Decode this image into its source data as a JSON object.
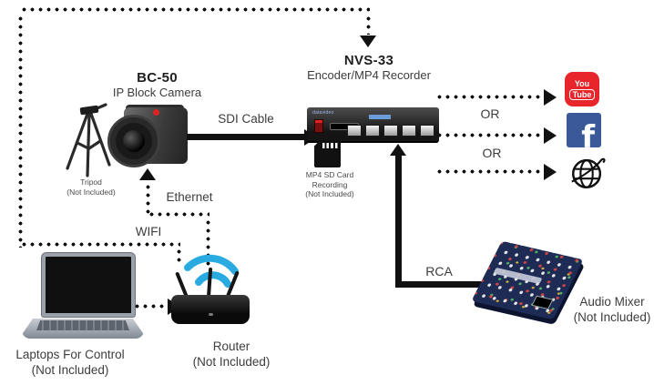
{
  "colors": {
    "diagram_line": "#111111",
    "wifi_accent": "#29abe2",
    "youtube_red": "#e8252a",
    "facebook_blue": "#3b5998",
    "mixer_navy": "#1d2b55"
  },
  "camera": {
    "title": "BC-50",
    "subtitle": "IP Block Camera"
  },
  "tripod": {
    "caption1": "Tripod",
    "caption2": "(Not Included)"
  },
  "encoder": {
    "title": "NVS-33",
    "subtitle": "Encoder/MP4 Recorder",
    "brand": "datavideo"
  },
  "sdcard": {
    "caption1": "MP4 SD Card",
    "caption2": "Recording",
    "caption3": "(Not Included)"
  },
  "labels": {
    "sdi": "SDI Cable",
    "ethernet": "Ethernet",
    "wifi": "WIFI",
    "rca": "RCA",
    "or_1": "OR",
    "or_2": "OR"
  },
  "laptop": {
    "caption1": "Laptops For Control",
    "caption2": "(Not Included)"
  },
  "router": {
    "caption1": "Router",
    "caption2": "(Not Included)"
  },
  "mixer": {
    "caption1": "Audio Mixer",
    "caption2": "(Not Included)"
  },
  "icons": {
    "youtube_top": "You",
    "youtube_bottom": "Tube",
    "facebook_letter": "f"
  }
}
